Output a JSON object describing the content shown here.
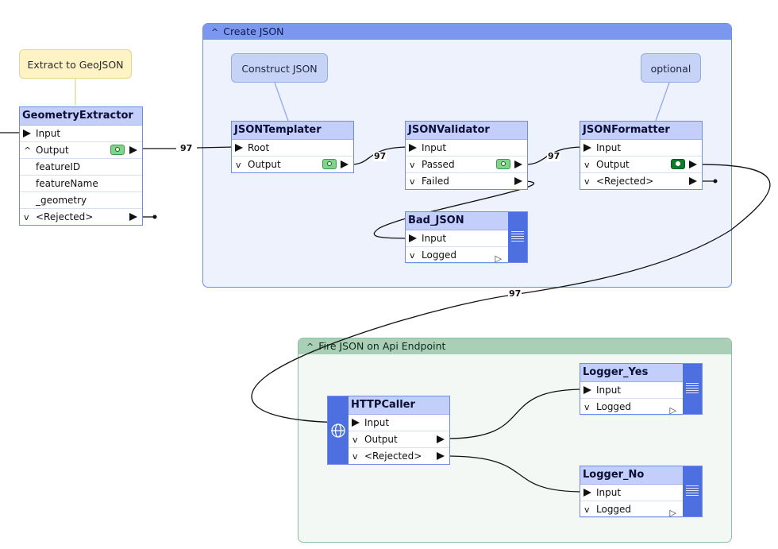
{
  "bookmarks": {
    "create_json": {
      "title": "Create JSON"
    },
    "fire_json": {
      "title": "Fire JSON on Api Endpoint"
    }
  },
  "annotations": {
    "extract": "Extract to GeoJSON",
    "construct": "Construct JSON",
    "optional": "optional"
  },
  "connection_count": "97",
  "transformers": {
    "geometry_extractor": {
      "title": "GeometryExtractor",
      "ports": {
        "input": "Input",
        "output": "Output",
        "attr1": "featureID",
        "attr2": "featureName",
        "attr3": "_geometry",
        "rejected": "<Rejected>"
      }
    },
    "json_templater": {
      "title": "JSONTemplater",
      "ports": {
        "root": "Root",
        "output": "Output"
      }
    },
    "json_validator": {
      "title": "JSONValidator",
      "ports": {
        "input": "Input",
        "passed": "Passed",
        "failed": "Failed"
      }
    },
    "json_formatter": {
      "title": "JSONFormatter",
      "ports": {
        "input": "Input",
        "output": "Output",
        "rejected": "<Rejected>"
      }
    },
    "bad_json": {
      "title": "Bad_JSON",
      "ports": {
        "input": "Input",
        "logged": "Logged"
      }
    },
    "http_caller": {
      "title": "HTTPCaller",
      "ports": {
        "input": "Input",
        "output": "Output",
        "rejected": "<Rejected>"
      }
    },
    "logger_yes": {
      "title": "Logger_Yes",
      "ports": {
        "input": "Input",
        "logged": "Logged"
      }
    },
    "logger_no": {
      "title": "Logger_No",
      "ports": {
        "input": "Input",
        "logged": "Logged"
      }
    }
  },
  "colors": {
    "bookmark_blue": "#7b97f0",
    "bookmark_green": "#a9cfb6",
    "transformer_header": "#c3cefa",
    "logger_bar": "#4d6fe0",
    "annotation_yellow": "#fdf3c4",
    "annotation_blue": "#c7d3f6"
  }
}
